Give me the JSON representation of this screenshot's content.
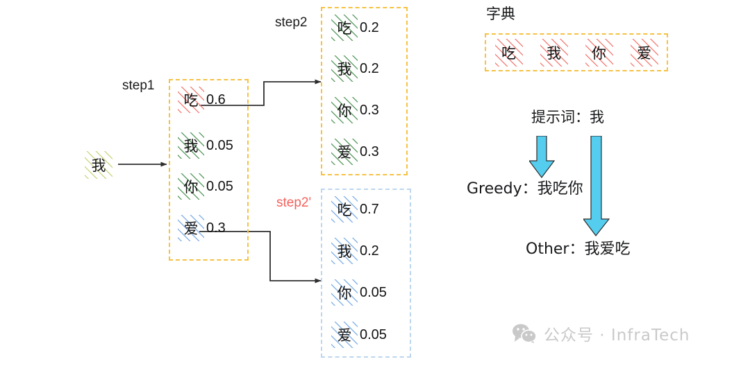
{
  "flow": {
    "input_token": {
      "char": "我",
      "hatch": "olive"
    },
    "step1": {
      "label": "step1",
      "tokens": [
        {
          "char": "吃",
          "prob": "0.6",
          "hatch": "red"
        },
        {
          "char": "我",
          "prob": "0.05",
          "hatch": "green"
        },
        {
          "char": "你",
          "prob": "0.05",
          "hatch": "green"
        },
        {
          "char": "爱",
          "prob": "0.3",
          "hatch": "blue"
        }
      ]
    },
    "step2": {
      "label": "step2",
      "tokens": [
        {
          "char": "吃",
          "prob": "0.2",
          "hatch": "green"
        },
        {
          "char": "我",
          "prob": "0.2",
          "hatch": "green"
        },
        {
          "char": "你",
          "prob": "0.3",
          "hatch": "green"
        },
        {
          "char": "爱",
          "prob": "0.3",
          "hatch": "green"
        }
      ]
    },
    "step2_alt": {
      "label": "step2'",
      "tokens": [
        {
          "char": "吃",
          "prob": "0.7",
          "hatch": "blue"
        },
        {
          "char": "我",
          "prob": "0.2",
          "hatch": "blue"
        },
        {
          "char": "你",
          "prob": "0.05",
          "hatch": "blue"
        },
        {
          "char": "爱",
          "prob": "0.05",
          "hatch": "blue"
        }
      ]
    }
  },
  "dictionary": {
    "title": "字典",
    "entries": [
      {
        "char": "吃"
      },
      {
        "char": "我"
      },
      {
        "char": "你"
      },
      {
        "char": "爱"
      }
    ]
  },
  "decoding": {
    "prompt_line": "提示词：我",
    "greedy_line": "Greedy：我吃你",
    "other_line": "Other：我爱吃"
  },
  "watermark": {
    "text": "公众号 · InfraTech",
    "icon": "wechat-icon"
  },
  "colors": {
    "hatch_red": "#f3857e",
    "hatch_green": "#62a169",
    "hatch_blue": "#86b4e8",
    "hatch_olive": "#cdd888",
    "border_orange": "#f5c141",
    "border_blue": "#bcd6ee",
    "arrow_cyan": "#55cdee",
    "alt_label": "#f4605c",
    "connector": "#3a3a3a",
    "watermark_gray": "#c9c9c9"
  }
}
